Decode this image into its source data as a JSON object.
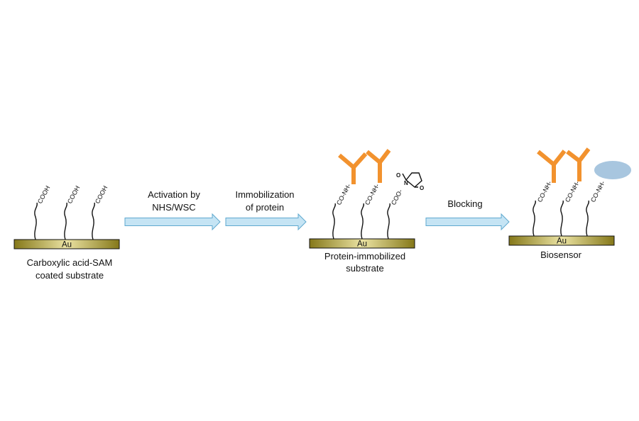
{
  "substrate": {
    "label": "Au",
    "caption_line1": "Carboxylic acid-SAM",
    "caption_line2": "coated substrate",
    "groups": [
      "COOH",
      "COOH",
      "COOH"
    ]
  },
  "steps": [
    {
      "line1": "Activation by",
      "line2": "NHS/WSC"
    },
    {
      "line1": "Immobilization",
      "line2": "of protein"
    },
    {
      "line1": "Blocking",
      "line2": ""
    }
  ],
  "immobilized": {
    "label": "Au",
    "caption_line1": "Protein-immobilized",
    "caption_line2": "substrate",
    "groups": [
      "CO-NH-",
      "CO-NH-",
      "COO-"
    ],
    "nhs_atoms": {
      "oxygen": "O",
      "nitrogen": "N"
    }
  },
  "biosensor": {
    "label": "Au",
    "caption": "Biosensor",
    "groups": [
      "CO-NH-",
      "CO-NH-",
      "CO-NH-"
    ]
  },
  "colors": {
    "gold_dark": "#857819",
    "gold_light": "#ebe3a3",
    "antibody": "#f2922e",
    "arrow_fill": "#c5e4f4",
    "arrow_stroke": "#5fa9cf",
    "blocking_agent": "#a8c6df"
  }
}
